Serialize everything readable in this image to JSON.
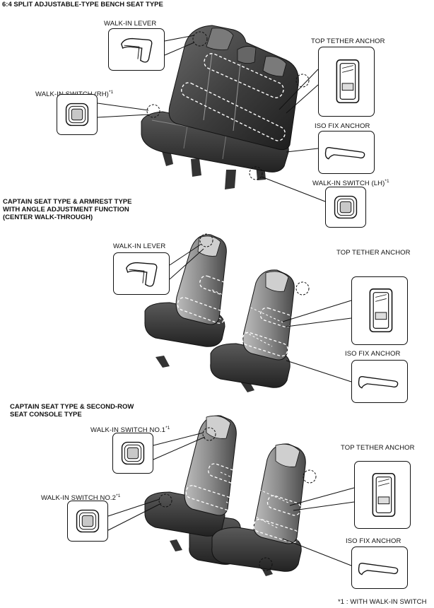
{
  "sections": [
    {
      "title": "6:4 SPLIT ADJUSTABLE-TYPE BENCH SEAT TYPE",
      "labels": {
        "walk_in_lever": "WALK-IN LEVER",
        "walk_in_switch_rh": "WALK-IN SWITCH (RH)",
        "top_tether_anchor": "TOP TETHER ANCHOR",
        "iso_fix_anchor": "ISO FIX ANCHOR",
        "walk_in_switch_lh": "WALK-IN SWITCH (LH)"
      }
    },
    {
      "title": "CAPTAIN SEAT TYPE & ARMREST TYPE\nWITH ANGLE ADJUSTMENT FUNCTION\n(CENTER WALK-THROUGH)",
      "labels": {
        "walk_in_lever": "WALK-IN LEVER",
        "top_tether_anchor": "TOP TETHER ANCHOR",
        "iso_fix_anchor": "ISO FIX ANCHOR"
      }
    },
    {
      "title": "CAPTAIN SEAT TYPE & SECOND-ROW\nSEAT CONSOLE TYPE",
      "labels": {
        "walk_in_switch_no1": "WALK-IN SWITCH NO.1",
        "walk_in_switch_no2": "WALK-IN SWITCH NO.2",
        "top_tether_anchor": "TOP TETHER ANCHOR",
        "iso_fix_anchor": "ISO FIX ANCHOR"
      }
    }
  ],
  "note_marker": "*1",
  "footnote": "*1 :  WITH WALK-IN SWITCH"
}
